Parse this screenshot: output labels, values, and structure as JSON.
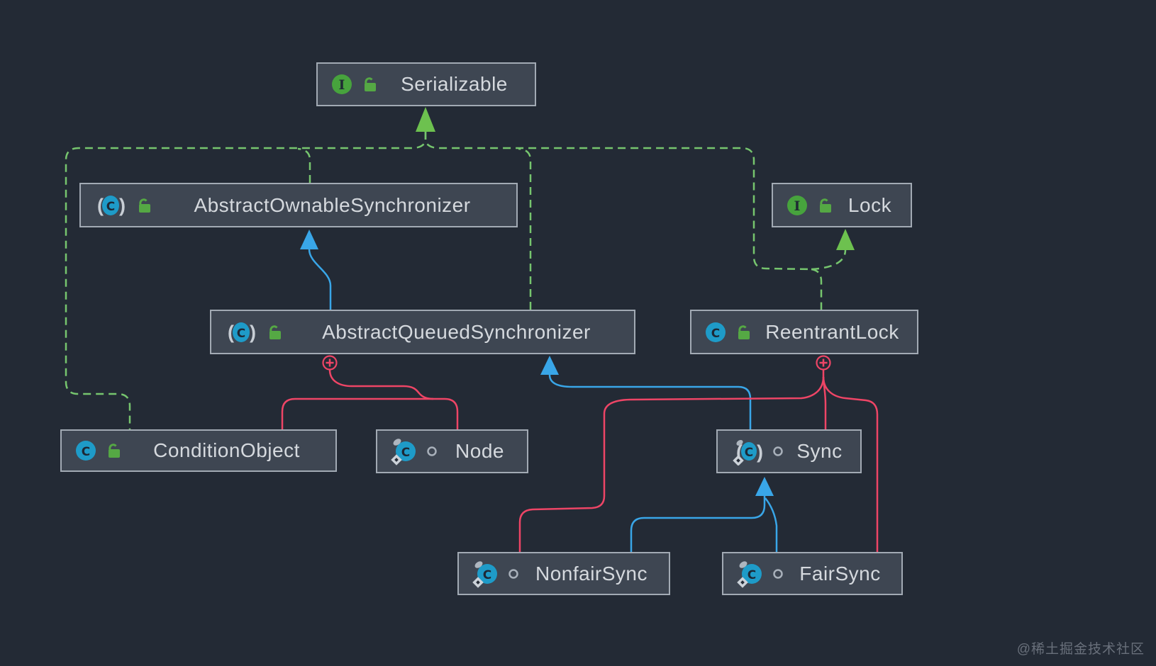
{
  "watermark": "@稀土掘金技术社区",
  "colors": {
    "background": "#232a35",
    "node_fill": "#3e4652",
    "node_border": "#a2aab4",
    "node_text": "#d5d9de",
    "implements_edge": "#76c56e",
    "extends_edge": "#39a6e8",
    "inner_class_edge": "#ee4566",
    "interface_icon": "#47a33d",
    "class_icon": "#1e9bc8",
    "public_lock_icon": "#55a844"
  },
  "icons": {
    "interface_glyph": "I",
    "class_glyph": "C",
    "paren_open": "(",
    "paren_close": ")"
  },
  "nodes": {
    "serializable": {
      "label": "Serializable",
      "kind": "interface",
      "visibility": "public",
      "icons": [
        "interface-icon",
        "public-lock-icon"
      ]
    },
    "aos": {
      "label": "AbstractOwnableSynchronizer",
      "kind": "abstract class",
      "visibility": "public",
      "icons": [
        "abstract-class-icon",
        "public-lock-icon"
      ]
    },
    "lock": {
      "label": "Lock",
      "kind": "interface",
      "visibility": "public",
      "icons": [
        "interface-icon",
        "public-lock-icon"
      ]
    },
    "aqs": {
      "label": "AbstractQueuedSynchronizer",
      "kind": "abstract class",
      "visibility": "public",
      "icons": [
        "abstract-class-icon",
        "public-lock-icon"
      ]
    },
    "reentrantlock": {
      "label": "ReentrantLock",
      "kind": "class",
      "visibility": "public",
      "icons": [
        "class-icon",
        "public-lock-icon"
      ]
    },
    "conditionobject": {
      "label": "ConditionObject",
      "kind": "class",
      "visibility": "public",
      "icons": [
        "class-icon",
        "public-lock-icon"
      ]
    },
    "node": {
      "label": "Node",
      "kind": "static nested class",
      "visibility": "package-private",
      "icons": [
        "static-class-icon",
        "package-private-icon"
      ]
    },
    "sync": {
      "label": "Sync",
      "kind": "abstract static nested class",
      "visibility": "package-private",
      "icons": [
        "abstract-static-class-icon",
        "package-private-icon"
      ]
    },
    "nonfairsync": {
      "label": "NonfairSync",
      "kind": "static nested class",
      "visibility": "package-private",
      "icons": [
        "static-class-icon",
        "package-private-icon"
      ]
    },
    "fairsync": {
      "label": "FairSync",
      "kind": "static nested class",
      "visibility": "package-private",
      "icons": [
        "static-class-icon",
        "package-private-icon"
      ]
    }
  },
  "edges": [
    {
      "from": "AbstractOwnableSynchronizer",
      "to": "Serializable",
      "type": "implements"
    },
    {
      "from": "AbstractQueuedSynchronizer",
      "to": "Serializable",
      "type": "implements"
    },
    {
      "from": "ConditionObject",
      "to": "Serializable",
      "type": "implements"
    },
    {
      "from": "ReentrantLock",
      "to": "Serializable",
      "type": "implements"
    },
    {
      "from": "ReentrantLock",
      "to": "Lock",
      "type": "implements"
    },
    {
      "from": "AbstractQueuedSynchronizer",
      "to": "AbstractOwnableSynchronizer",
      "type": "extends"
    },
    {
      "from": "Sync",
      "to": "AbstractQueuedSynchronizer",
      "type": "extends"
    },
    {
      "from": "NonfairSync",
      "to": "Sync",
      "type": "extends"
    },
    {
      "from": "FairSync",
      "to": "Sync",
      "type": "extends"
    },
    {
      "from": "AbstractQueuedSynchronizer",
      "to": "ConditionObject",
      "type": "inner-class"
    },
    {
      "from": "AbstractQueuedSynchronizer",
      "to": "Node",
      "type": "inner-class"
    },
    {
      "from": "ReentrantLock",
      "to": "Sync",
      "type": "inner-class"
    },
    {
      "from": "ReentrantLock",
      "to": "NonfairSync",
      "type": "inner-class"
    },
    {
      "from": "ReentrantLock",
      "to": "FairSync",
      "type": "inner-class"
    }
  ]
}
